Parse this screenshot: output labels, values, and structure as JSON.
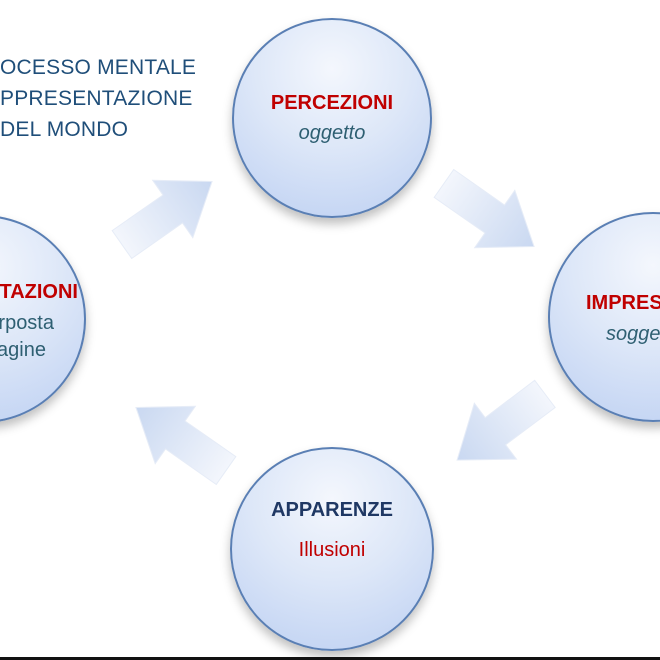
{
  "title": {
    "line1": "OCESSO MENTALE",
    "line2": "PPRESENTAZIONE",
    "line3": "DEL MONDO"
  },
  "nodes": {
    "top": {
      "title": "PERCEZIONI",
      "subtitle": "oggetto"
    },
    "right": {
      "title": "IMPRES",
      "subtitle": "sogge"
    },
    "bottom": {
      "title": "APPARENZE",
      "subtitle": "Illusioni"
    },
    "left": {
      "title": "TAZIONI",
      "subtitle1": "erposta",
      "subtitle2": "nagine"
    }
  },
  "colors": {
    "accent_red": "#c00000",
    "accent_blue": "#1f4e79",
    "circle_border": "#5a7fb4",
    "arrow_fill": "#dbe5f5"
  },
  "icons": [
    "arrow-right-icon",
    "arrow-down-left-icon",
    "arrow-up-left-icon"
  ]
}
